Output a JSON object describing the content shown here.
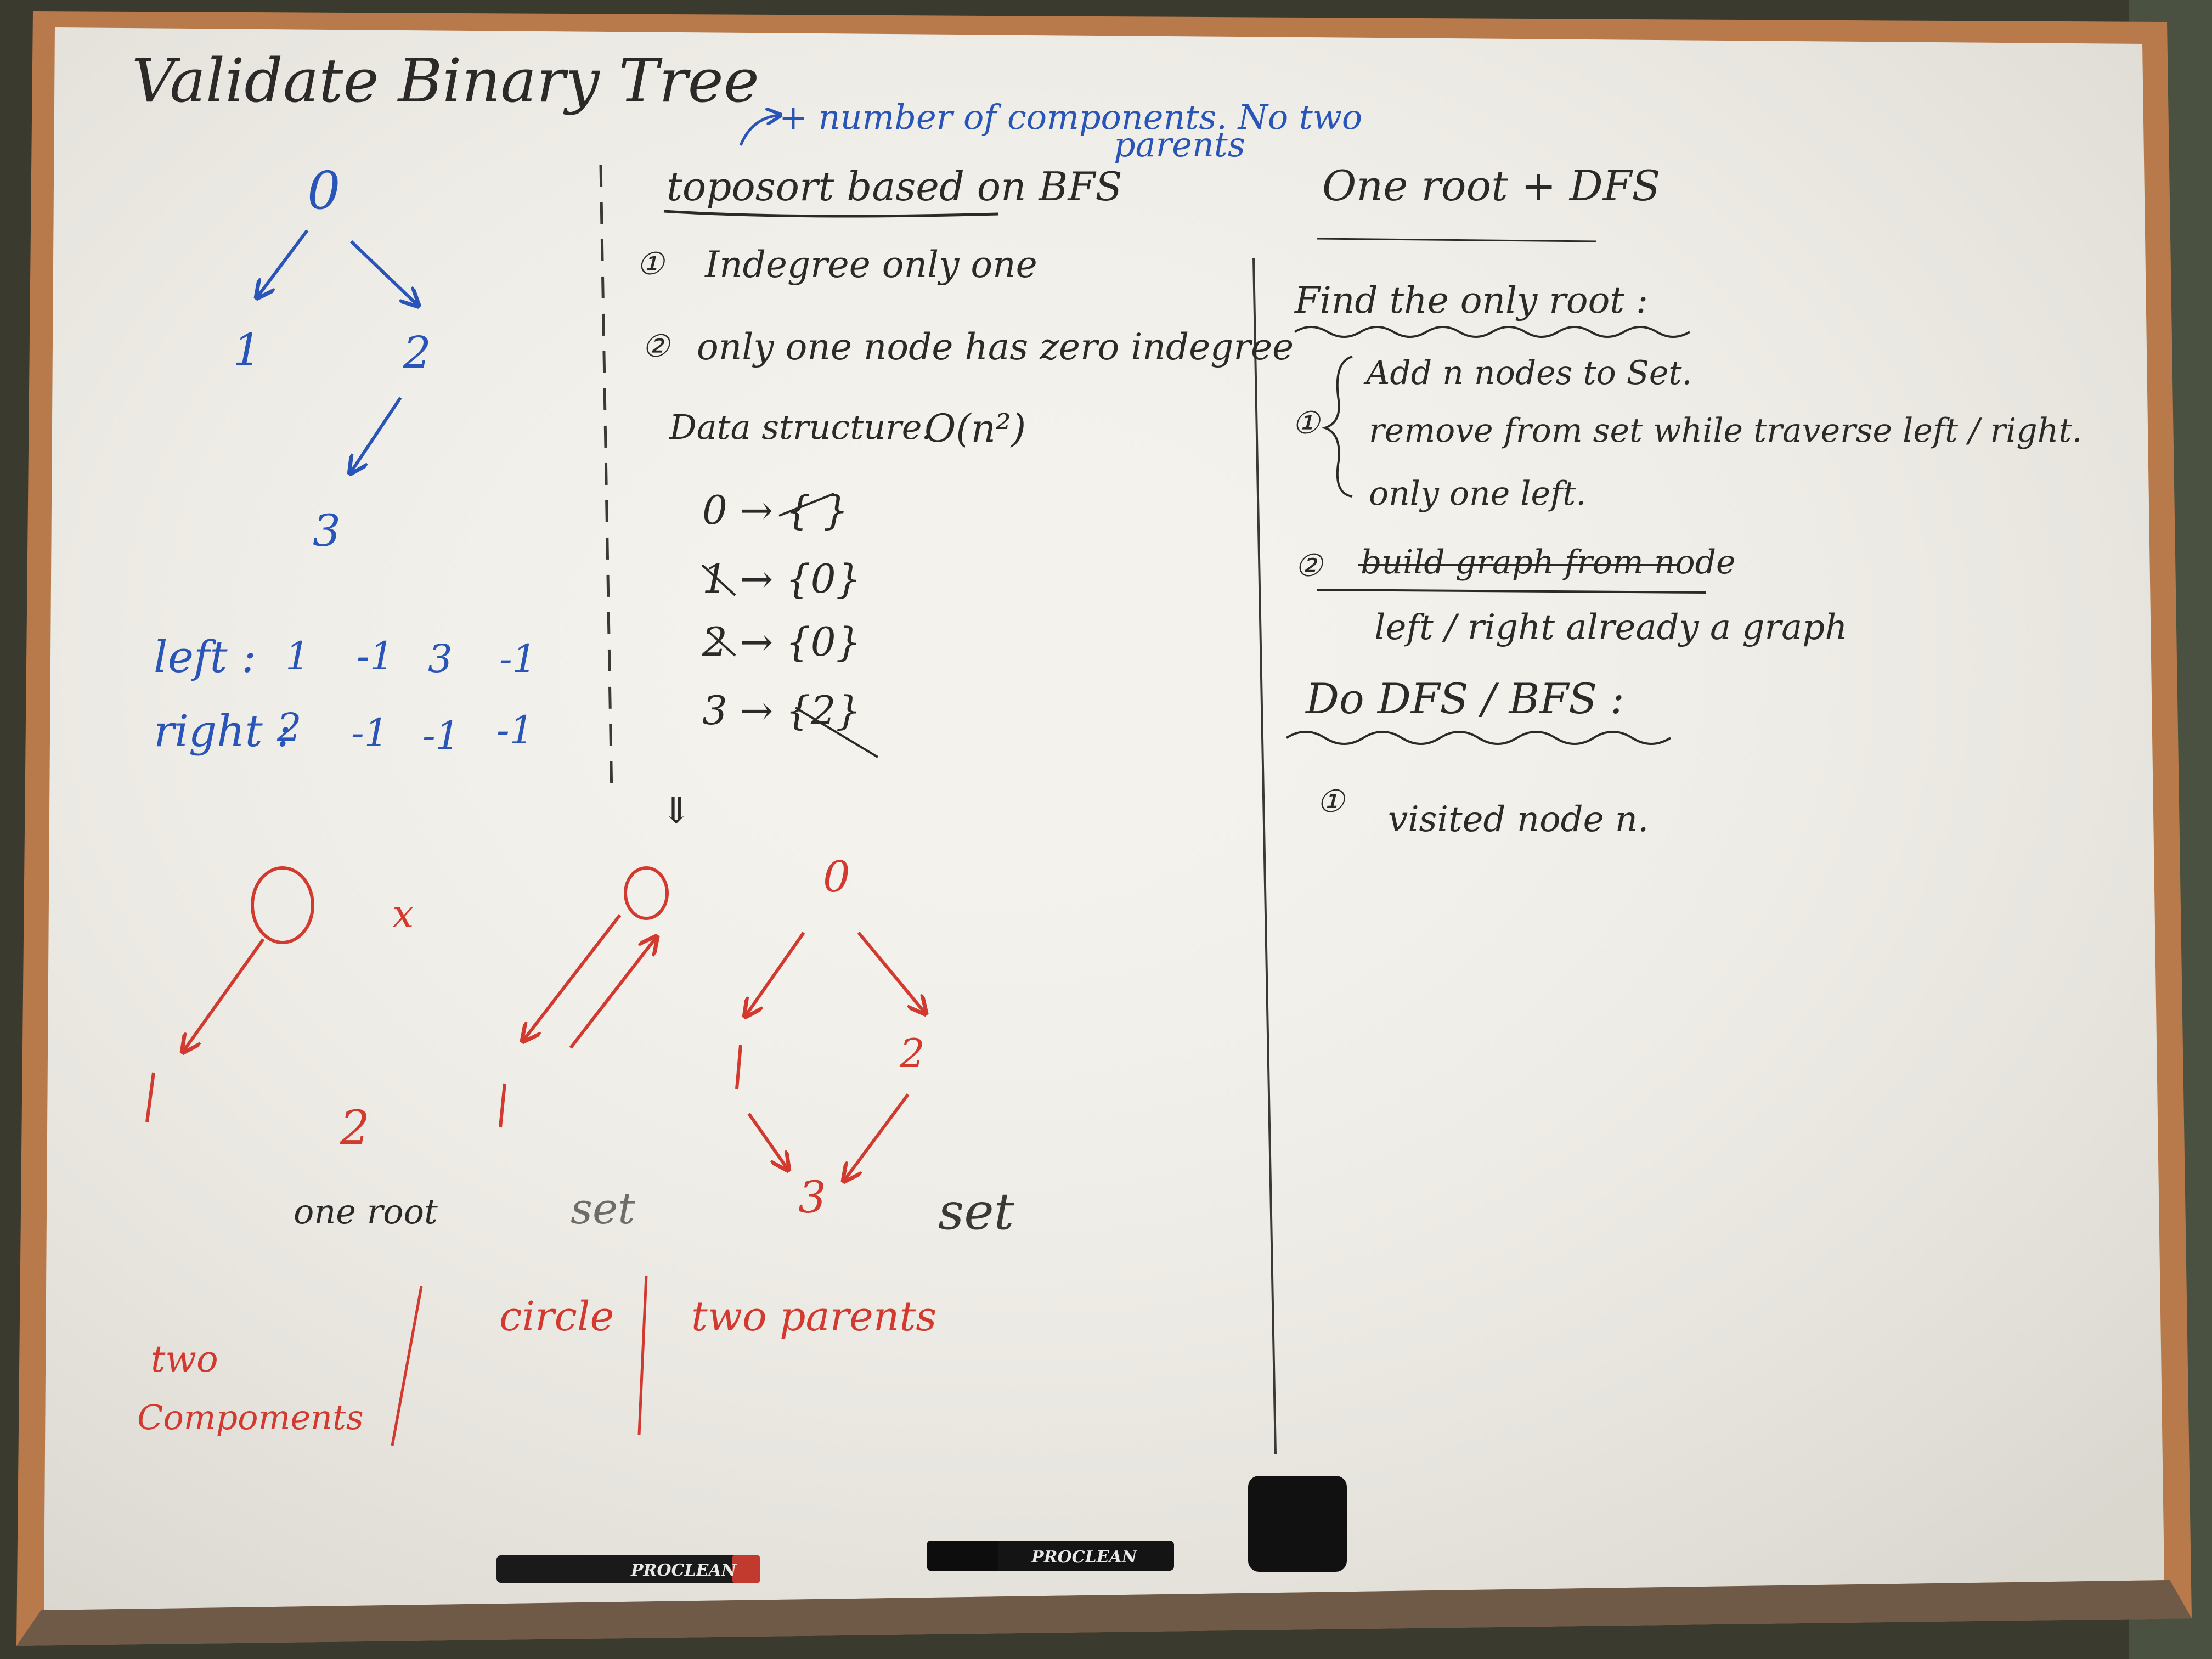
{
  "colors": {
    "wall": "#3b3a2e",
    "frame": "#b87a4b",
    "board": "#f4f2ec",
    "black_ink": "#2b2a28",
    "blue_ink": "#2a55b8",
    "red_ink": "#d23a30",
    "tray": "#6e5a47"
  },
  "title": "Validate Binary Tree",
  "left": {
    "tree_nodes": [
      "0",
      "1",
      "2",
      "3"
    ],
    "left_label": "left :",
    "left_values": [
      "1",
      "-1",
      "3",
      "-1"
    ],
    "right_label": "right :",
    "right_values": [
      "2",
      "-1",
      "-1",
      "-1"
    ]
  },
  "middle": {
    "note_line1": "+ number of components. No two",
    "note_line2": "parents",
    "heading": "toposort based on BFS",
    "item1_marker": "①",
    "item1": "Indegree only one",
    "item2_marker": "②",
    "item2": "only one node has zero indegree",
    "data_structure": "Data structure:",
    "complexity": "O(n²)",
    "map_rows": [
      "0 → { }",
      "1 → {0}",
      "2 → {0}",
      "3 → {2}"
    ],
    "down_arrow": "⇓"
  },
  "right": {
    "heading": "One root + DFS",
    "find_root": "Find the only root :",
    "step1_marker": "①",
    "step1_lines": [
      "Add n nodes to Set.",
      "remove from set while traverse left / right.",
      "only one left."
    ],
    "step2_marker": "②",
    "step2_struck": "build graph from node",
    "step2_note": "left / right already a graph",
    "do_search": "Do DFS / BFS :",
    "visited_marker": "①",
    "visited": "visited node n."
  },
  "bottom": {
    "ex1_nodes": [
      "0",
      "1",
      "2"
    ],
    "ex1_mark": "x",
    "ex1_caption": "one root",
    "ex2_nodes": [
      "0",
      "1"
    ],
    "ex2_caption": "set",
    "ex3_nodes": [
      "0",
      "1",
      "2",
      "3"
    ],
    "ex3_caption": "set",
    "label_two_components_1": "two",
    "label_two_components_2": "Compoments",
    "label_circle": "circle",
    "label_two_parents": "two parents"
  },
  "markers": {
    "marker1_brand": "PROCLEAN",
    "marker2_brand": "PROCLEAN",
    "eraser_icon": "eraser"
  }
}
